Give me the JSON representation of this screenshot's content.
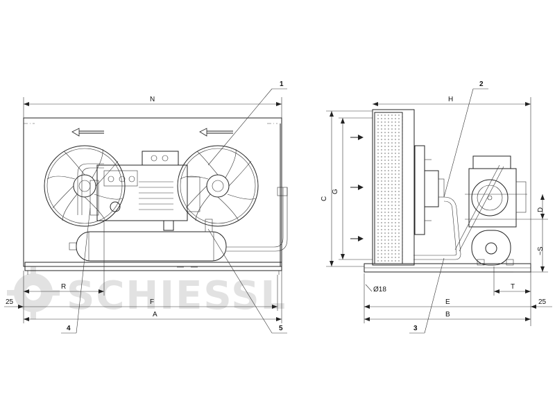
{
  "watermark": "SCHIESSL",
  "callouts": [
    "1",
    "2",
    "3",
    "4",
    "5"
  ],
  "front_view": {
    "dimensions": {
      "N": "N",
      "R": "R",
      "F": "F",
      "A": "A",
      "offset": "25"
    }
  },
  "side_view": {
    "dimensions": {
      "H": "H",
      "C": "C",
      "G": "G",
      "D": "D",
      "S": "~S",
      "T": "T",
      "E": "E",
      "B": "B",
      "offset": "25",
      "hole": "Ø18"
    }
  },
  "colors": {
    "line": "#222222",
    "watermark": "#e2e2e2"
  }
}
